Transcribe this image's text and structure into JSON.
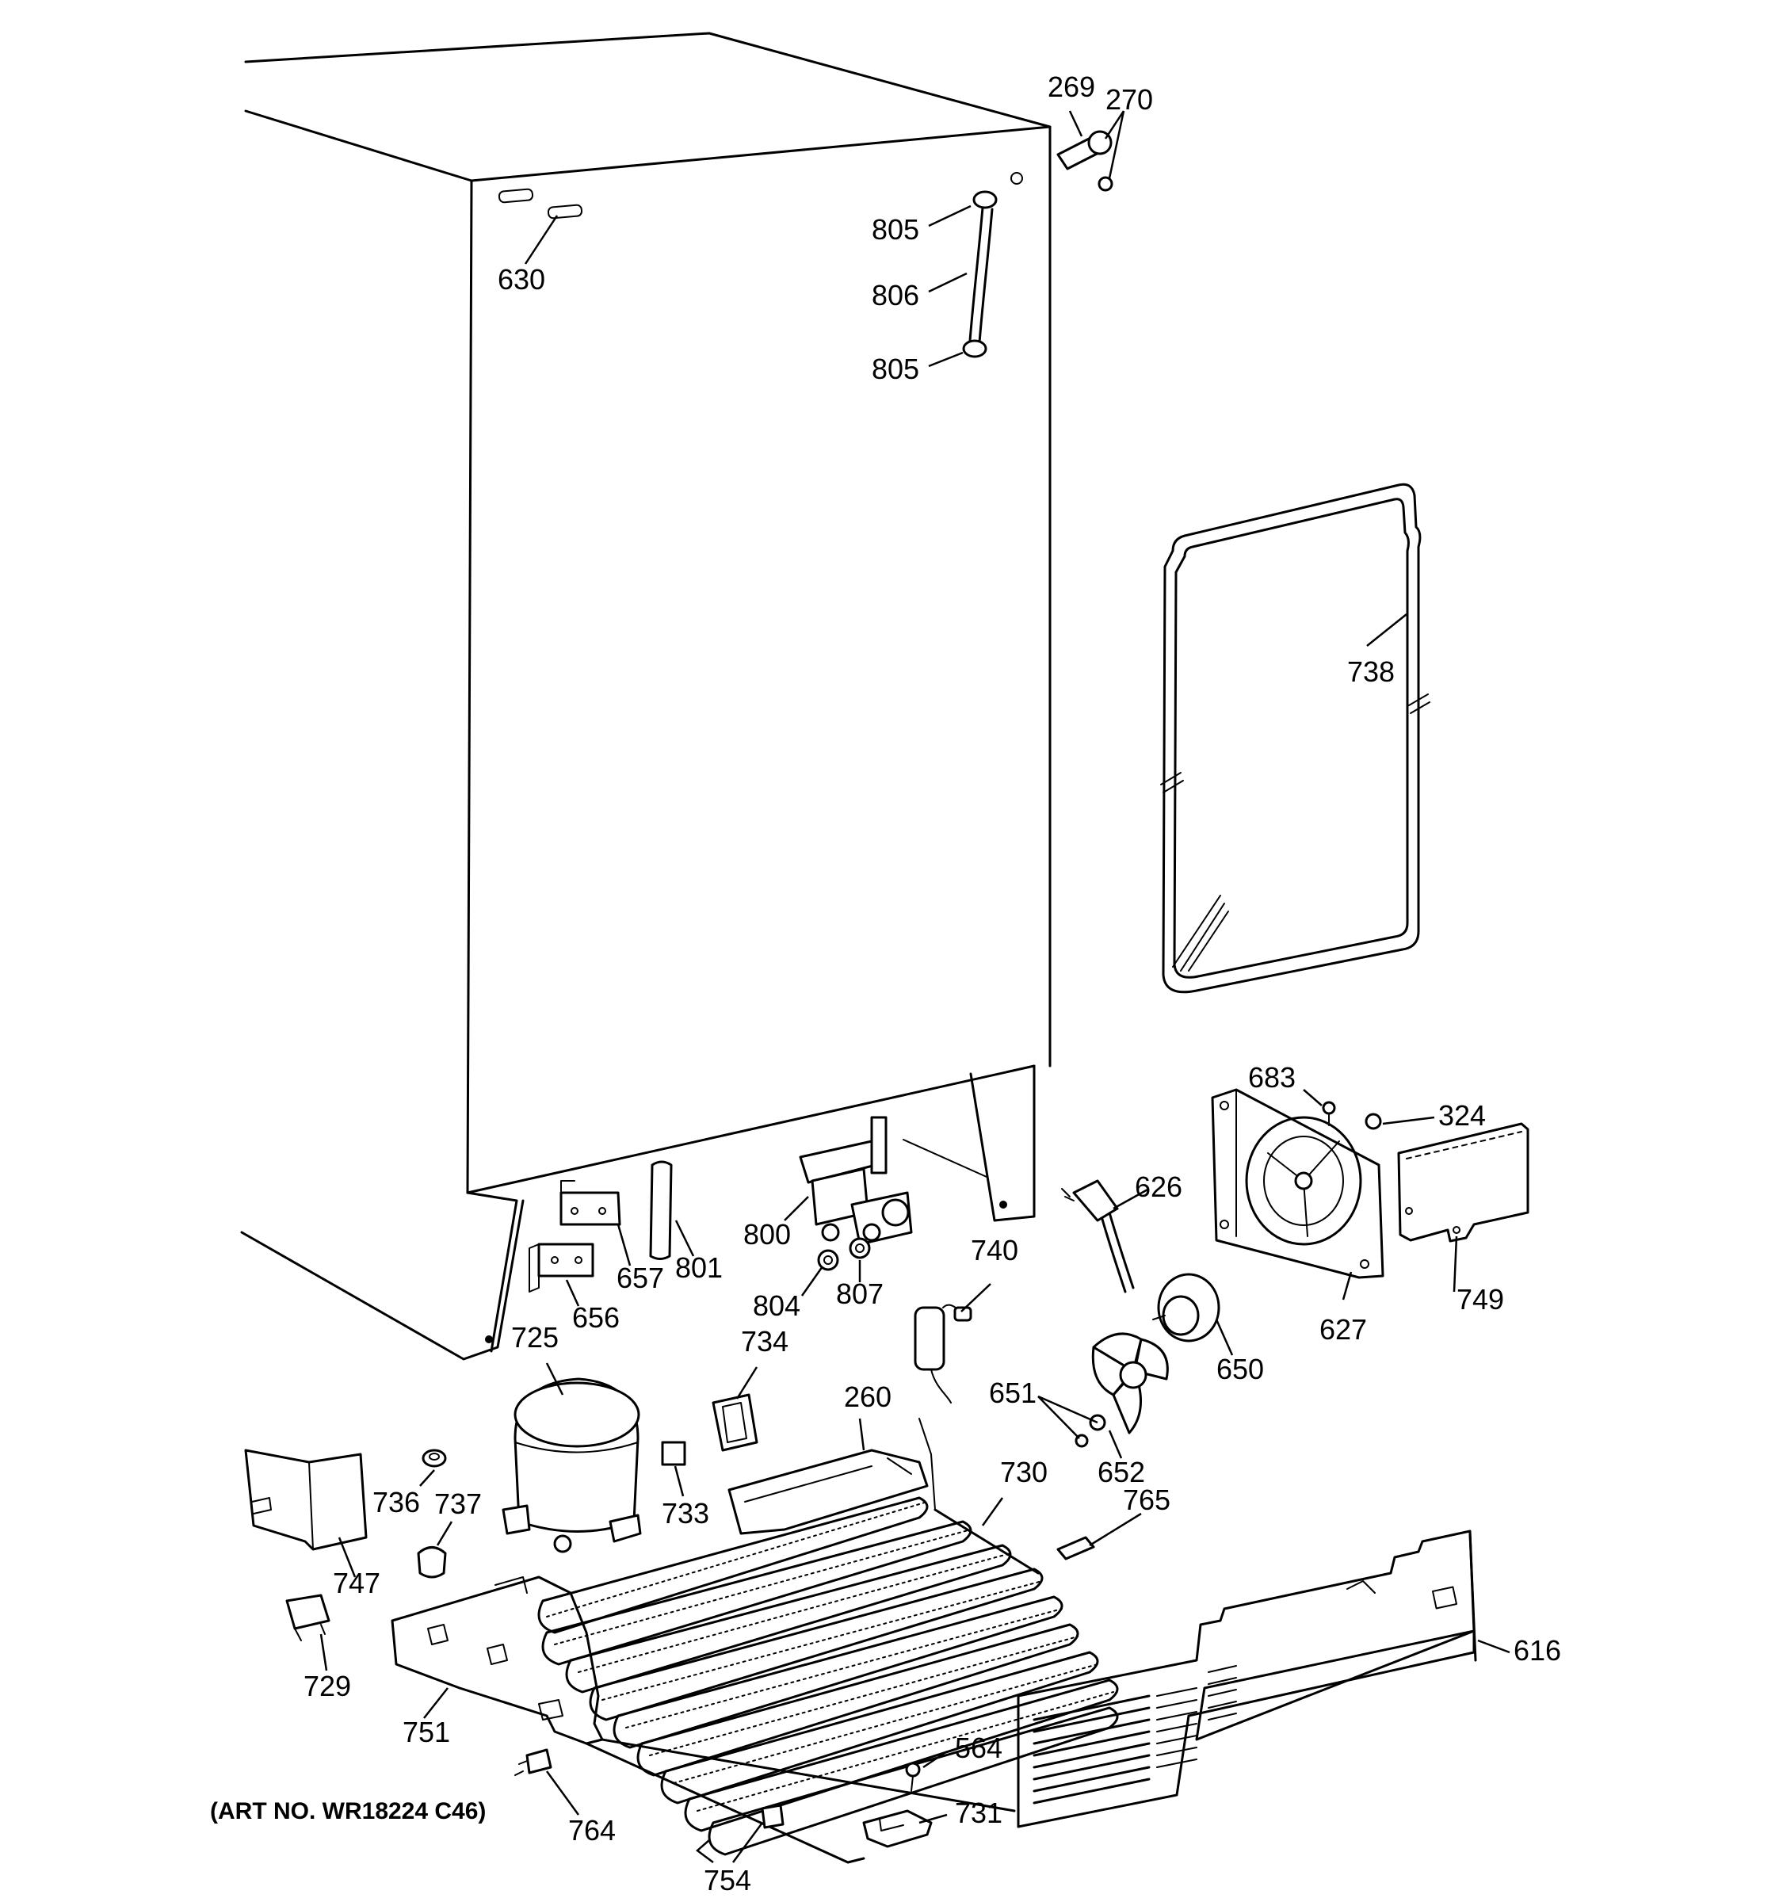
{
  "art_number": "(ART NO. WR18224 C46)",
  "callouts": {
    "c269": "269",
    "c270": "270",
    "c805a": "805",
    "c806": "806",
    "c805b": "805",
    "c630": "630",
    "c738": "738",
    "c683": "683",
    "c324": "324",
    "c626": "626",
    "c627": "627",
    "c749": "749",
    "c650": "650",
    "c651": "651",
    "c652": "652",
    "c765": "765",
    "c616": "616",
    "c800": "800",
    "c801": "801",
    "c804": "804",
    "c807": "807",
    "c740": "740",
    "c657": "657",
    "c656": "656",
    "c725": "725",
    "c734": "734",
    "c260": "260",
    "c730": "730",
    "c736": "736",
    "c737": "737",
    "c733": "733",
    "c747": "747",
    "c729": "729",
    "c751": "751",
    "c764": "764",
    "c754": "754",
    "c564": "564",
    "c731": "731"
  }
}
